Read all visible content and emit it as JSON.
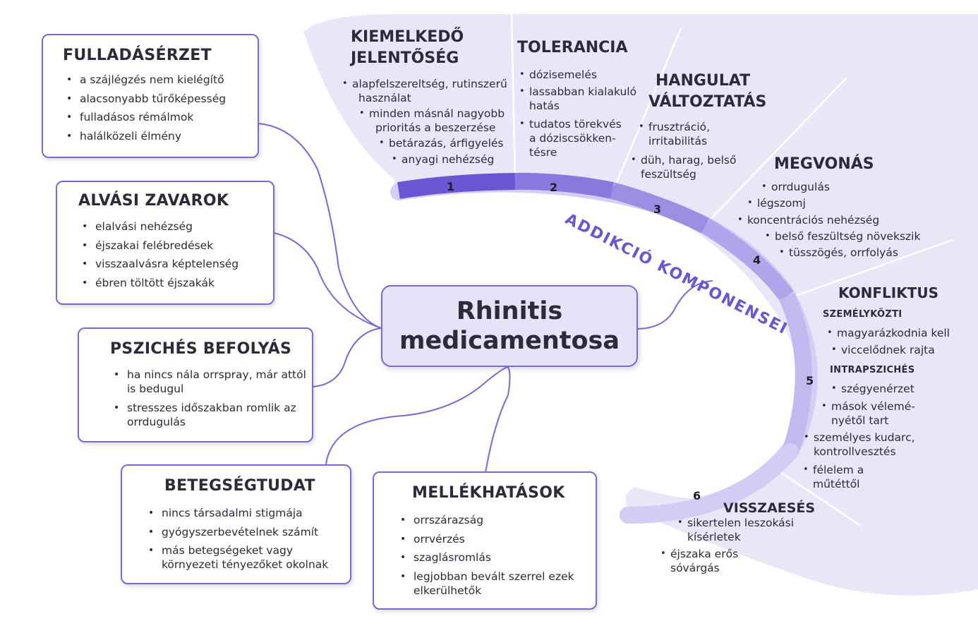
{
  "center": {
    "line1": "Rhinitis",
    "line2": "medicamentosa"
  },
  "boxes": {
    "fulladas": {
      "title": "FULLADÁSÉRZET",
      "items": [
        "a szájlégzés nem kielégítő",
        "alacsonyabb tűrőképesség",
        "fulladásos rémálmok",
        "halálközeli élmény"
      ]
    },
    "alvasi": {
      "title": "ALVÁSI ZAVAROK",
      "items": [
        "elalvási nehézség",
        "éjszakai felébredések",
        "visszaalvásra képtelenség",
        "ébren töltött éjszakák"
      ]
    },
    "psziches": {
      "title": "PSZICHÉS BEFOLYÁS",
      "items": [
        "ha nincs nála orrspray, már attól is bedugul",
        "stresszes időszakban romlik az orrdugulás"
      ]
    },
    "betegseg": {
      "title": "BETEGSÉGTUDAT",
      "items": [
        "nincs társadalmi stigmája",
        "gyógyszerbevételnek számít",
        "más betegségeket vagy környezeti tényezőket okolnak"
      ]
    },
    "mellek": {
      "title": "MELLÉKHATÁSOK",
      "items": [
        "orrszárazság",
        "orrvérzés",
        "szaglásromlás",
        "legjobban bevált szerrel ezek elkerülhetők"
      ]
    }
  },
  "addiction": {
    "label": "ADDIKCIÓ KOMPONENSEI",
    "numbers": [
      "1",
      "2",
      "3",
      "4",
      "5",
      "6"
    ],
    "segments": {
      "kiemelkedo": {
        "title1": "KIEMELKEDŐ",
        "title2": "JELENTŐSÉG",
        "items": [
          "alapfelszereltség, rutinszerű",
          "használat",
          "minden másnál nagyobb",
          "prioritás a beszerzése",
          "betárazás, árfigyelés",
          "anyagi nehézség"
        ]
      },
      "tolerancia": {
        "title": "TOLERANCIA",
        "items": [
          "dózisemelés",
          "lassabban kialakuló",
          "hatás",
          "tudatos törekvés",
          "a dóziscsökken-",
          "tésre"
        ]
      },
      "hangulat": {
        "title1": "HANGULAT",
        "title2": "VÁLTOZTATÁS",
        "items": [
          "frusztráció,",
          "irritabilitás",
          "düh, harag, belső",
          "feszültség"
        ]
      },
      "megvonas": {
        "title": "MEGVONÁS",
        "items": [
          "orrdugulás",
          "légszomj",
          "koncentrációs nehézség",
          "belső feszültség növekszik",
          "tüsszögés, orrfolyás"
        ]
      },
      "konfliktus": {
        "title": "KONFLIKTUS",
        "sub1": "SZEMÉLYKÖZTI",
        "sub2": "INTRAPSZICHÉS",
        "items": [
          "magyarázkodnia kell",
          "viccelődnek rajta",
          "szégyenérzet",
          "mások vélemé-",
          "nyétől tart",
          "személyes kudarc,",
          "kontrollvesztés",
          "félelem a",
          "műtéttől"
        ]
      },
      "visszaeses": {
        "title": "VISSZAESÉS",
        "items": [
          "sikertelen leszokási",
          "kísérletek",
          "éjszaka erős",
          "sóvárgás"
        ]
      }
    }
  },
  "colors": {
    "accent": "#7b68d6",
    "fan": "#e9e6f8",
    "ribbon": "#6a55d3",
    "ribbonLight": "#c9c1f2",
    "center": "#e6e2f8"
  }
}
